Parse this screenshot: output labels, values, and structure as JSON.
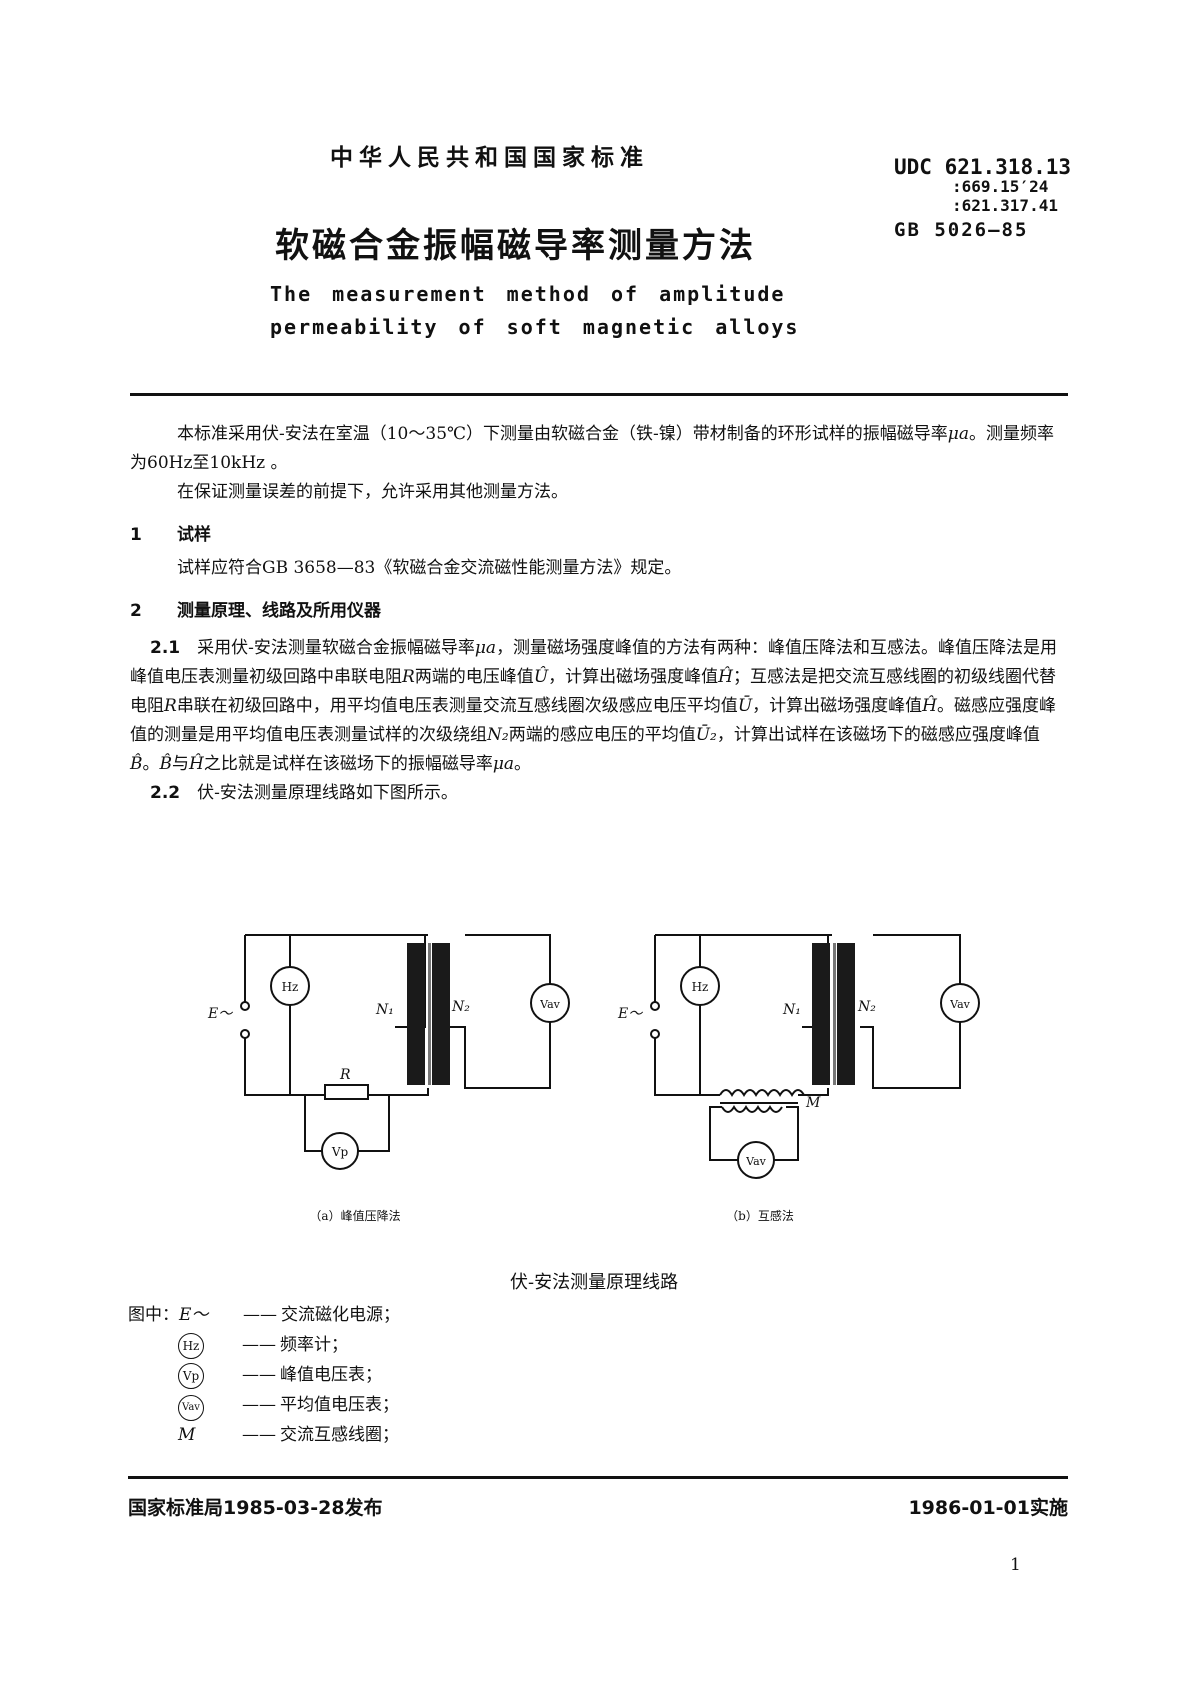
{
  "header": {
    "national_standard": "中华人民共和国国家标准",
    "udc_label": "UDC",
    "udc_codes": [
      "621.318.13",
      ":669.15′24",
      ":621.317.41"
    ],
    "gb_number": "GB 5026—85"
  },
  "title": {
    "cn": "软磁合金振幅磁导率测量方法",
    "en_line1": "The measurement method of amplitude",
    "en_line2": "permeability of soft magnetic alloys"
  },
  "intro": {
    "p1a": "本标准采用伏-安法在室温（10～35℃）下测量由软磁合金（铁-镍）带材制备的环形试样的振幅磁导率",
    "p1_sym": "μa",
    "p1b": "。测量频率为60Hz至10kHz 。",
    "p2": "在保证测量误差的前提下，允许采用其他测量方法。"
  },
  "section1": {
    "num": "1",
    "title": "试样",
    "text": "试样应符合GB 3658—83《软磁合金交流磁性能测量方法》规定。"
  },
  "section2": {
    "num": "2",
    "title": "测量原理、线路及所用仪器",
    "p21_num": "2.1",
    "p21_a": "采用伏-安法测量软磁合金振幅磁导率",
    "p21_sym1": "μa",
    "p21_b": "，测量磁场强度峰值的方法有两种：峰值压降法和互感法。峰值压降法是用峰值电压表测量初级回路中串联电阻",
    "p21_R1": "R",
    "p21_c": "两端的电压峰值",
    "p21_U1": "Û",
    "p21_d": "，计算出磁场强度峰值",
    "p21_H1": "Ĥ",
    "p21_e": "；互感法是把交流互感线圈的初级线圈代替电阻",
    "p21_R2": "R",
    "p21_f": "串联在初级回路中，用平均值电压表测量交流互感线圈次级感应电压平均值",
    "p21_U2": "Ū",
    "p21_g": "，计算出磁场强度峰值",
    "p21_H2": "Ĥ",
    "p21_h": "。磁感应强度峰值的测量是用平均值电压表测量试样的次级绕组",
    "p21_N2": "N₂",
    "p21_i": "两端的感应电压的平均值",
    "p21_U3": "Ū₂",
    "p21_j": "，计算出试样在该磁场下的磁感应强度峰值",
    "p21_B1": "B̂",
    "p21_k": "。",
    "p21_B2": "B̂",
    "p21_l": "与",
    "p21_H3": "Ĥ",
    "p21_m": "之比就是试样在该磁场下的振幅磁导率",
    "p21_sym2": "μa",
    "p21_n": "。",
    "p22_num": "2.2",
    "p22": "伏-安法测量原理线路如下图所示。"
  },
  "diagram": {
    "a": {
      "E": "E～",
      "Hz": "Hz",
      "N1": "N₁",
      "N2": "N₂",
      "Vav": "Vav",
      "R": "R",
      "Vp": "Vp",
      "caption": "（a）峰值压降法"
    },
    "b": {
      "E": "E～",
      "Hz": "Hz",
      "N1": "N₁",
      "N2": "N₂",
      "Vav": "Vav",
      "M": "M",
      "Vav2": "Vav",
      "caption": "（b）互感法"
    },
    "title": "伏-安法测量原理线路"
  },
  "legend": {
    "label": "图中：",
    "items": [
      {
        "sym": "E～",
        "desc": "交流磁化电源；"
      },
      {
        "sym": "Hz",
        "desc": "频率计；"
      },
      {
        "sym": "Vp",
        "desc": "峰值电压表；"
      },
      {
        "sym": "Vav",
        "desc": "平均值电压表；"
      },
      {
        "sym": "M",
        "desc": "交流互感线圈；"
      }
    ],
    "dash": "——"
  },
  "footer": {
    "issued": "国家标准局1985-03-28发布",
    "effective": "1986-01-01实施",
    "page": "1"
  }
}
